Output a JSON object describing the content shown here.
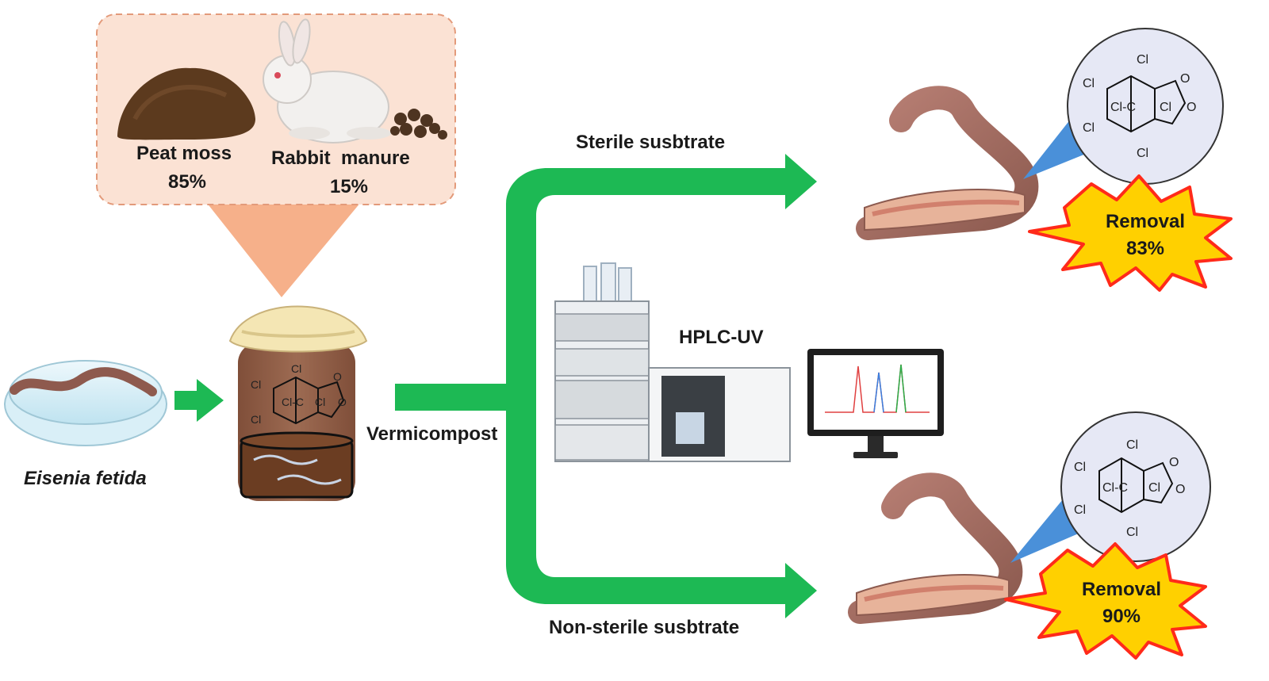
{
  "inputs": {
    "peat": {
      "label": "Peat moss",
      "percent": "85%"
    },
    "manure": {
      "label": "Rabbit  manure",
      "percent": "15%"
    }
  },
  "organism": "Eisenia fetida",
  "stage": "Vermicompost",
  "instrument": "HPLC-UV",
  "branches": {
    "top": "Sterile susbtrate",
    "bottom": "Non-sterile susbtrate"
  },
  "results": {
    "sterile": {
      "label": "Removal",
      "value": "83%"
    },
    "nonsterile": {
      "label": "Removal",
      "value": "90%"
    }
  },
  "molecule": {
    "atom": "Cl",
    "bridge": "Cl-C",
    "carbonyl": "O"
  },
  "colors": {
    "arrow_green": "#1db954",
    "callout_fill": "#fbe2d4",
    "funnel": "#f6b08a",
    "burst_fill": "#ffd000",
    "burst_stroke": "#ff2a1a",
    "worm": "#a86a5e",
    "circle_fill": "#e6e8f5",
    "pointer_blue": "#4a90d9"
  }
}
